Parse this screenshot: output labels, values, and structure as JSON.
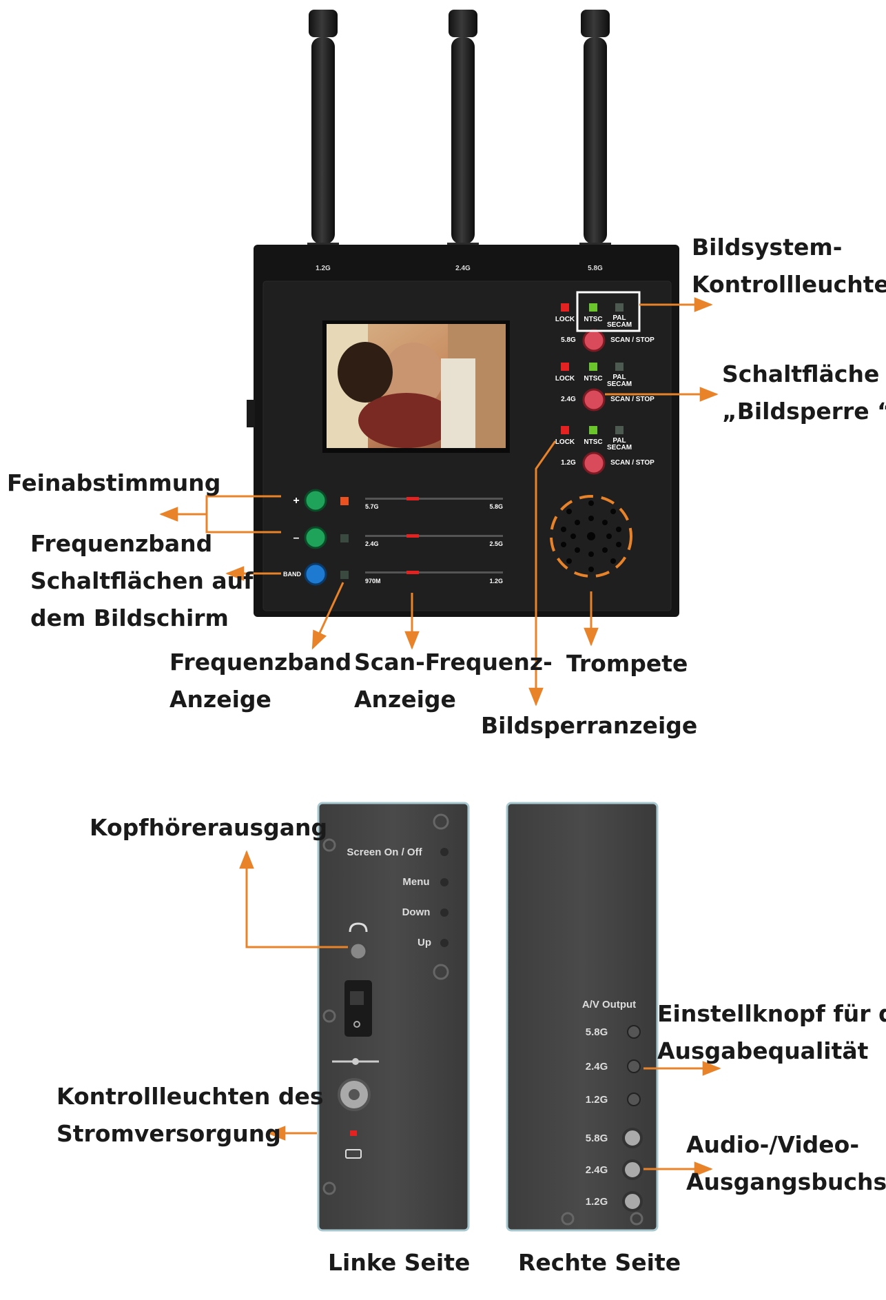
{
  "colors": {
    "arrow": "#e8832a",
    "device_body": "#1c1c1c",
    "antenna_blue": "#2a8fd8",
    "antenna_green": "#1fa35a",
    "antenna_red": "#d62a2a"
  },
  "callouts": {
    "bildsystem": [
      "Bildsystem-",
      "Kontrollleuchte"
    ],
    "schaltflaeche": [
      "Schaltfläche",
      "„Bildsperre “"
    ],
    "feinabstimmung": [
      "Feinabstimmung"
    ],
    "frequenzband_schalt": [
      "Frequenzband",
      "Schaltflächen auf",
      "dem Bildschirm"
    ],
    "frequenzband_anzeige": [
      "Frequenzband",
      "Anzeige"
    ],
    "scan_frequenz": [
      "Scan-Frequenz-",
      "Anzeige"
    ],
    "trompete": [
      "Trompete"
    ],
    "bildsperranzeige": [
      "Bildsperranzeige"
    ],
    "kopfhoerer": [
      "Kopfhörerausgang"
    ],
    "kontrollleuchten": [
      "Kontrollleuchten des",
      "Stromversorgung"
    ],
    "einstellknopf": [
      "Einstellknopf für die",
      "Ausgabequalität"
    ],
    "audio_video": [
      "Audio-/Video-",
      "Ausgangsbuchse"
    ]
  },
  "sides": {
    "left": "Linke Seite",
    "right": "Rechte Seite"
  },
  "device": {
    "antenna_labels": [
      "1.2G",
      "2.4G",
      "5.8G"
    ],
    "rows": [
      {
        "lock": "LOCK",
        "ntsc": "NTSC",
        "pal": "PAL",
        "secam": "SECAM",
        "band": "5.8G",
        "scan": "SCAN / STOP"
      },
      {
        "lock": "LOCK",
        "ntsc": "NTSC",
        "pal": "PAL",
        "secam": "SECAM",
        "band": "2.4G",
        "scan": "SCAN / STOP"
      },
      {
        "lock": "LOCK",
        "ntsc": "NTSC",
        "pal": "PAL",
        "secam": "SECAM",
        "band": "1.2G",
        "scan": "SCAN / STOP"
      }
    ],
    "buttons": {
      "plus": "+",
      "minus": "–",
      "band": "BAND"
    },
    "bars": [
      {
        "start": "5.7G",
        "end": "5.8G"
      },
      {
        "start": "2.4G",
        "end": "2.5G"
      },
      {
        "start": "970M",
        "end": "1.2G"
      }
    ]
  },
  "left_panel": {
    "screen": "Screen On / Off",
    "menu": "Menu",
    "down": "Down",
    "up": "Up"
  },
  "right_panel": {
    "av_output": "A/V Output",
    "knobs": [
      "5.8G",
      "2.4G",
      "1.2G"
    ],
    "jacks": [
      "5.8G",
      "2.4G",
      "1.2G"
    ]
  }
}
